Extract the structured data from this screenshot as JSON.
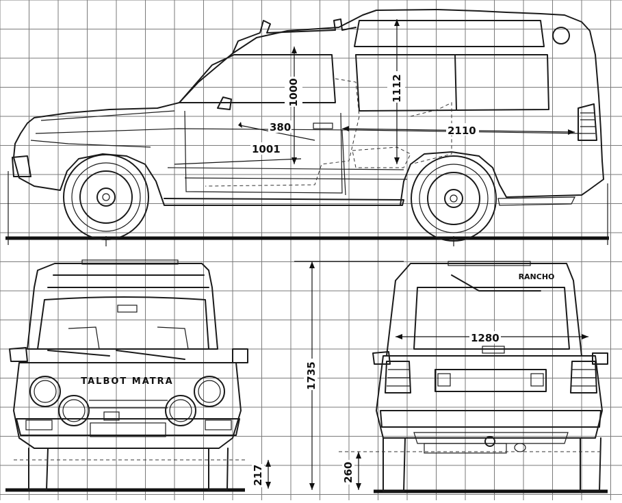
{
  "diagram": {
    "badges": {
      "brand": "TALBOT MATRA",
      "model": "RANCHO"
    },
    "dimensions": {
      "front_seat_offset": "380",
      "seat_height_front": "1000",
      "pedal_to_seat": "1001",
      "seat_height_rear": "1112",
      "cargo_length": "2110",
      "overall_height": "1735",
      "rear_track": "1280",
      "front_clearance": "217",
      "rear_clearance": "260"
    }
  }
}
